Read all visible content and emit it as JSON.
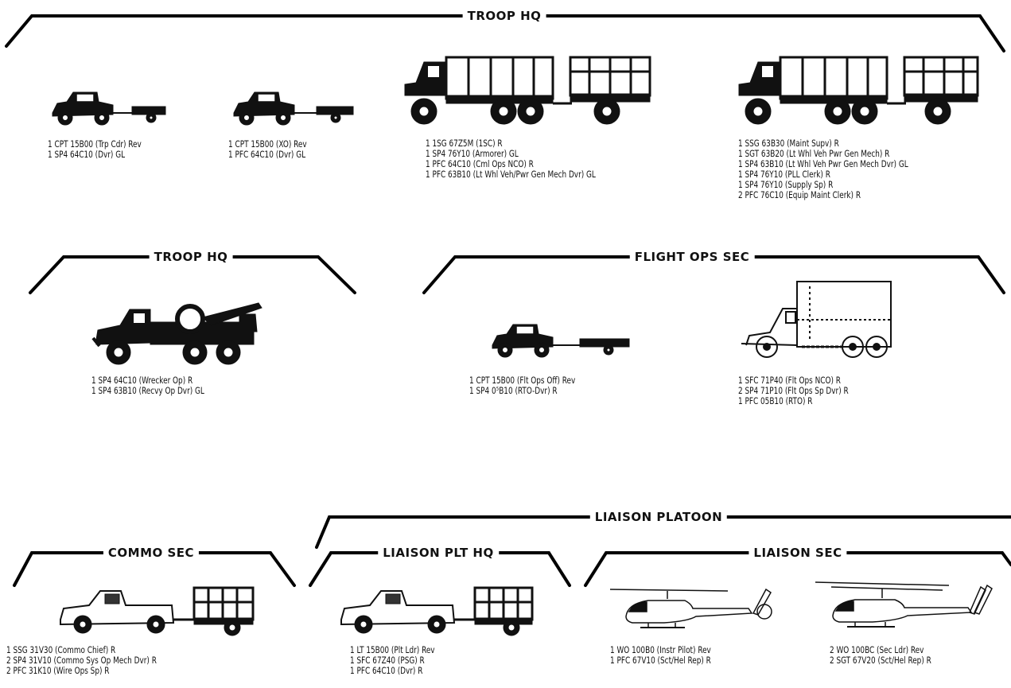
{
  "sections": {
    "troop_hq_top": "TROOP HQ",
    "troop_hq_mid": "TROOP HQ",
    "flight_ops": "FLIGHT OPS SEC",
    "liaison_platoon": "LIAISON PLATOON",
    "commo_sec": "COMMO SEC",
    "liaison_plt_hq": "LIAISON PLT HQ",
    "liaison_sec": "LIAISON SEC"
  },
  "captions": {
    "jeep1": [
      "1 CPT 15B00 (Trp Cdr) Rev",
      "1 SP4 64C10 (Dvr) GL"
    ],
    "jeep2": [
      "1 CPT 15B00 (XO) Rev",
      "1 PFC 64C10 (Dvr) GL"
    ],
    "truck1": [
      "1 1SG 67Z5M (1SC) R",
      "1 SP4 76Y10 (Armorer) GL",
      "1 PFC 64C10 (Cml Ops NCO) R",
      "1 PFC 63B10 (Lt Whl Veh/Pwr Gen Mech Dvr) GL"
    ],
    "truck2": [
      "1 SSG 63B30 (Maint Supv) R",
      "1 SGT 63B20 (Lt Whl Veh Pwr Gen Mech) R",
      "1 SP4 63B10 (Lt Whl Veh Pwr Gen Mech Dvr) GL",
      "1 SP4 76Y10 (PLL Clerk) R",
      "1 SP4 76Y10 (Supply Sp) R",
      "2 PFC 76C10 (Equip Maint Clerk) R"
    ],
    "wrecker": [
      "1 SP4 64C10 (Wrecker Op) R",
      "1 SP4 63B10 (Recvy Op Dvr) GL"
    ],
    "jeep3": [
      "1 CPT 15B00 (Flt Ops Off) Rev",
      "1 SP4 0⁵B10 (RTO-Dvr) R"
    ],
    "van": [
      "1 SFC 71P40 (Flt Ops NCO) R",
      "2 SP4 71P10 (Flt Ops Sp Dvr) R",
      "1 PFC 05B10 (RTO) R"
    ],
    "pickup1": [
      "1 SSG 31V30 (Commo Chief) R",
      "2 SP4 31V10 (Commo Sys Op Mech Dvr) R",
      "2 PFC 31K10 (Wire Ops Sp) R"
    ],
    "pickup2": [
      "1 LT 15B00 (Plt Ldr) Rev",
      "1 SFC 67Z40 (PSG) R",
      "1 PFC 64C10 (Dvr) R"
    ],
    "heli1": [
      "1 WO 100B0 (Instr Pilot) Rev",
      "1 PFC 67V10 (Sct/Hel Rep) R"
    ],
    "heli2": [
      "2 WO 100BC (Sec Ldr) Rev",
      "2 SGT 67V20 (Sct/Hel Rep) R"
    ]
  }
}
